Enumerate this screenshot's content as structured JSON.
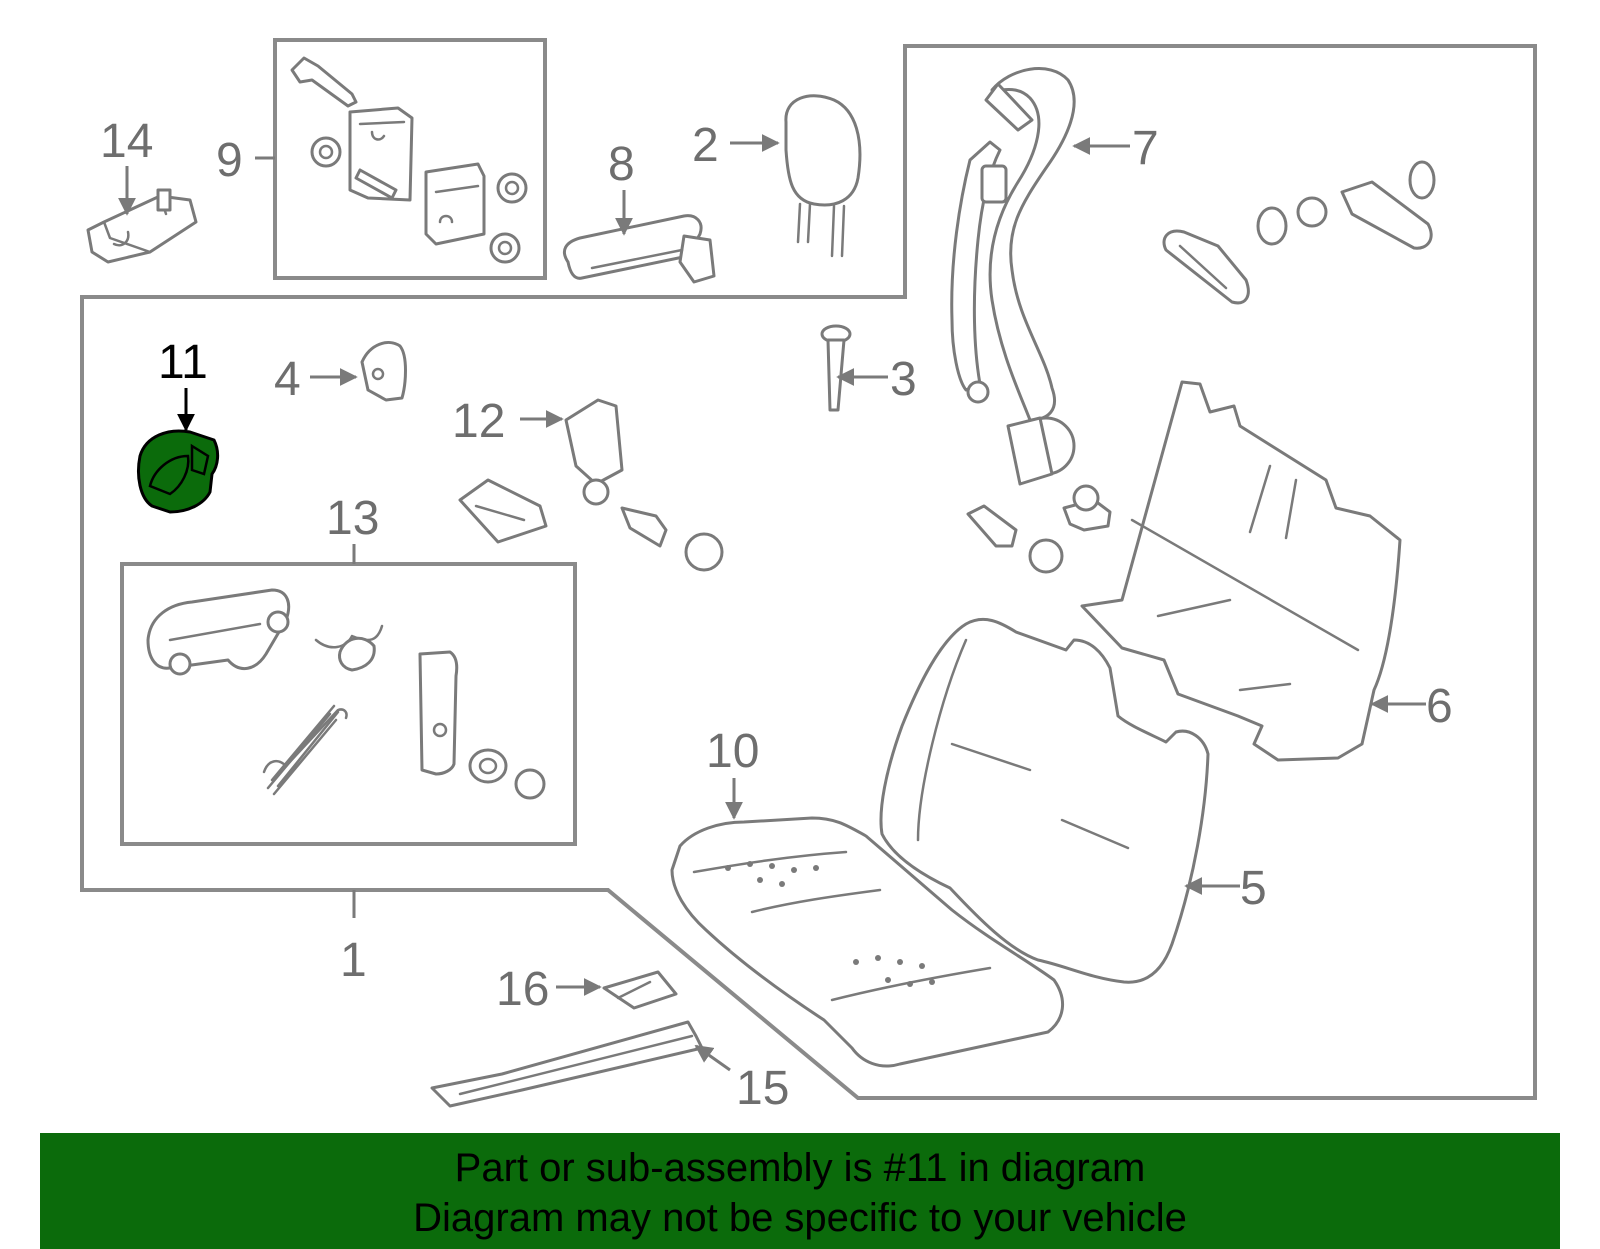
{
  "highlight_color": "#0b6b0b",
  "highlighted_part": "11",
  "callouts": {
    "p1": "1",
    "p2": "2",
    "p3": "3",
    "p4": "4",
    "p5": "5",
    "p6": "6",
    "p7": "7",
    "p8": "8",
    "p9": "9",
    "p10": "10",
    "p11": "11",
    "p12": "12",
    "p13": "13",
    "p14": "14",
    "p15": "15",
    "p16": "16"
  },
  "banner": {
    "line1": "Part or sub-assembly is #11 in diagram",
    "line2": "Diagram may not be specific to your vehicle"
  }
}
